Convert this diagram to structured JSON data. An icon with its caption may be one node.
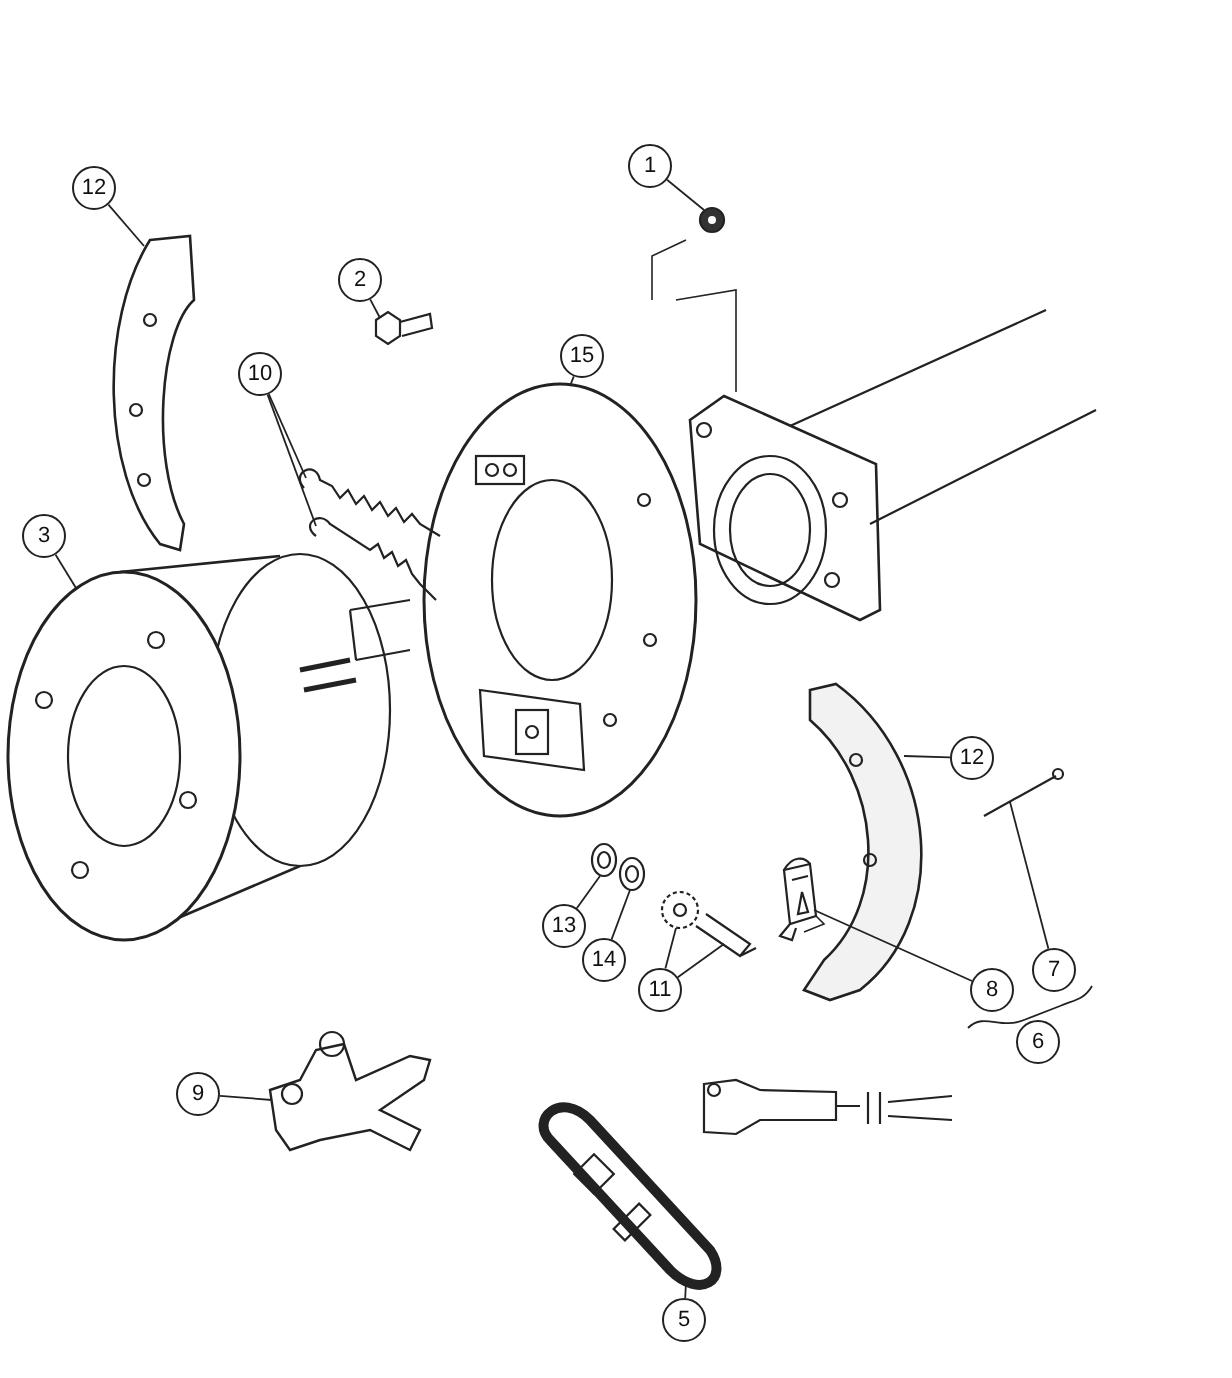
{
  "diagram": {
    "nodes": [
      {
        "text": [
          "1"
        ]
      },
      {
        "text": [
          "12"
        ]
      },
      {
        "text": [
          "2"
        ]
      },
      {
        "text": [
          "15"
        ]
      },
      {
        "text": [
          "10"
        ]
      },
      {
        "text": [
          "3"
        ]
      },
      {
        "text": [
          "12"
        ]
      },
      {
        "text": [
          "7"
        ]
      },
      {
        "text": [
          "13"
        ]
      },
      {
        "text": [
          "14"
        ]
      },
      {
        "text": [
          "8"
        ]
      },
      {
        "text": [
          "11"
        ]
      },
      {
        "text": [
          "6"
        ]
      },
      {
        "text": [
          "9"
        ]
      },
      {
        "text": [
          "5"
        ]
      },
      {
        "text": [],
        "shape": "picture"
      },
      {
        "text": [],
        "shape": "picture"
      },
      {
        "text": [],
        "shape": "picture"
      },
      {
        "text": [],
        "shape": "picture"
      },
      {
        "text": [],
        "shape": "picture"
      },
      {
        "text": [],
        "shape": "picture"
      },
      {
        "text": [],
        "shape": "picture"
      },
      {
        "text": [],
        "shape": "picture"
      },
      {
        "text": [],
        "shape": "picture"
      },
      {
        "text": [],
        "shape": "picture"
      },
      {
        "text": [],
        "shape": "picture"
      },
      {
        "text": [],
        "shape": "picture"
      },
      {
        "text": [],
        "shape": "picture"
      },
      {
        "text": [],
        "shape": "picture"
      },
      {
        "text": [],
        "shape": "picture"
      }
    ],
    "edges": [
      {
        "from": 0,
        "to": 15,
        "arrow": "none"
      },
      {
        "from": 1,
        "to": 16,
        "arrow": "none"
      },
      {
        "from": 2,
        "to": 17,
        "arrow": "none"
      },
      {
        "from": 3,
        "to": 18,
        "arrow": "none"
      },
      {
        "from": 4,
        "to": 19,
        "arrow": "none"
      },
      {
        "from": 4,
        "to": 20,
        "arrow": "none"
      },
      {
        "from": 5,
        "to": 21,
        "arrow": "none"
      },
      {
        "from": 6,
        "to": 22,
        "arrow": "none"
      },
      {
        "from": 7,
        "to": 23,
        "arrow": "none"
      },
      {
        "from": 8,
        "to": 24,
        "arrow": "none"
      },
      {
        "from": 9,
        "to": 25,
        "arrow": "none"
      },
      {
        "from": 10,
        "to": 26,
        "arrow": "none"
      },
      {
        "from": 11,
        "to": 27,
        "arrow": "none"
      },
      {
        "from": 11,
        "to": 27,
        "arrow": "none"
      },
      {
        "from": 13,
        "to": 28,
        "arrow": "none"
      },
      {
        "from": 14,
        "to": 29,
        "arrow": "none"
      }
    ]
  }
}
